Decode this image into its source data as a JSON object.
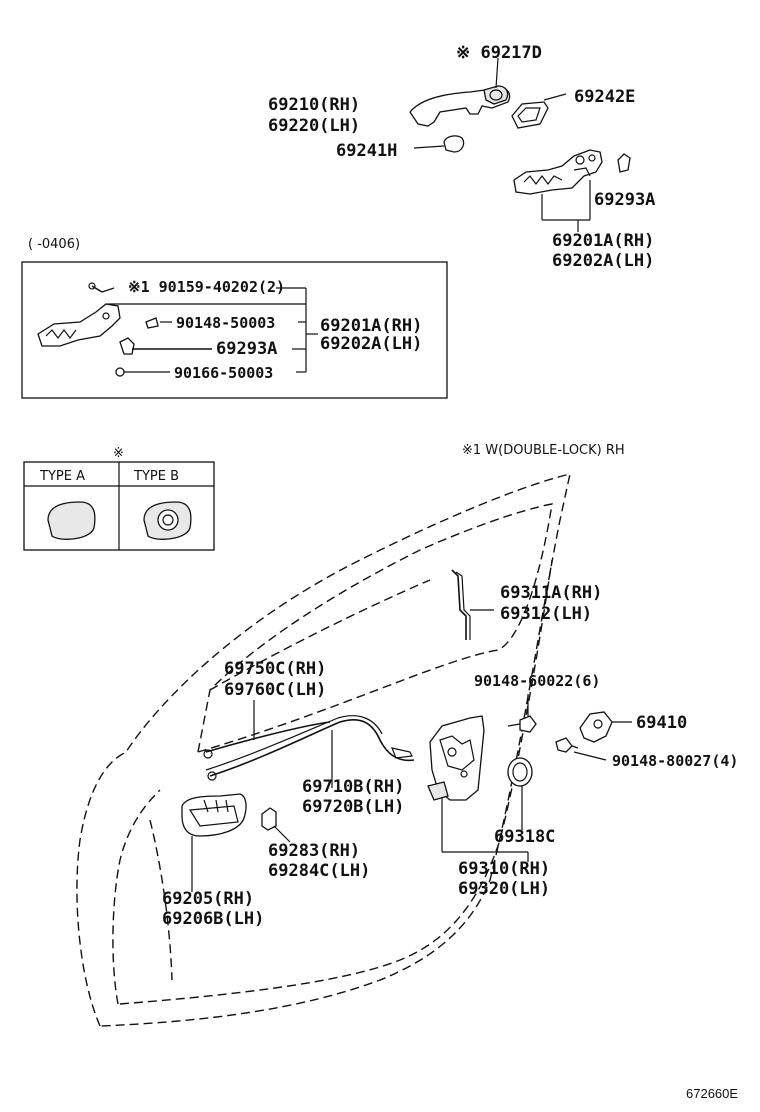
{
  "labels": {
    "p69217d": "※ 69217D",
    "p69210": "69210(RH)",
    "p69220": "69220(LH)",
    "p69242e": "69242E",
    "p69241h": "69241H",
    "p69293a_top": "69293A",
    "p69201a_top": "69201A(RH)",
    "p69202a_top": "69202A(LH)",
    "date_range": "(    -0406)",
    "b90159": "※1 90159-40202(2)",
    "b90148": "90148-50003",
    "b69293a": "69293A",
    "b90166": "90166-50003",
    "b69201a": "69201A(RH)",
    "b69202a": "69202A(LH)",
    "type_note": "※",
    "type_a": "TYPE A",
    "type_b": "TYPE B",
    "note_1": "※1 W(DOUBLE-LOCK) RH",
    "p69311a": "69311A(RH)",
    "p69312": "69312(LH)",
    "p90148_60022": "90148-60022(6)",
    "p69410": "69410",
    "p90148_80027": "90148-80027(4)",
    "p69750c": "69750C(RH)",
    "p69760c": "69760C(LH)",
    "p69710b": "69710B(RH)",
    "p69720b": "69720B(LH)",
    "p69318c": "69318C",
    "p69283": "69283(RH)",
    "p69284c": "69284C(LH)",
    "p69310": "69310(RH)",
    "p69320": "69320(LH)",
    "p69205": "69205(RH)",
    "p69206b": "69206B(LH)",
    "ref_code": "672660E"
  }
}
